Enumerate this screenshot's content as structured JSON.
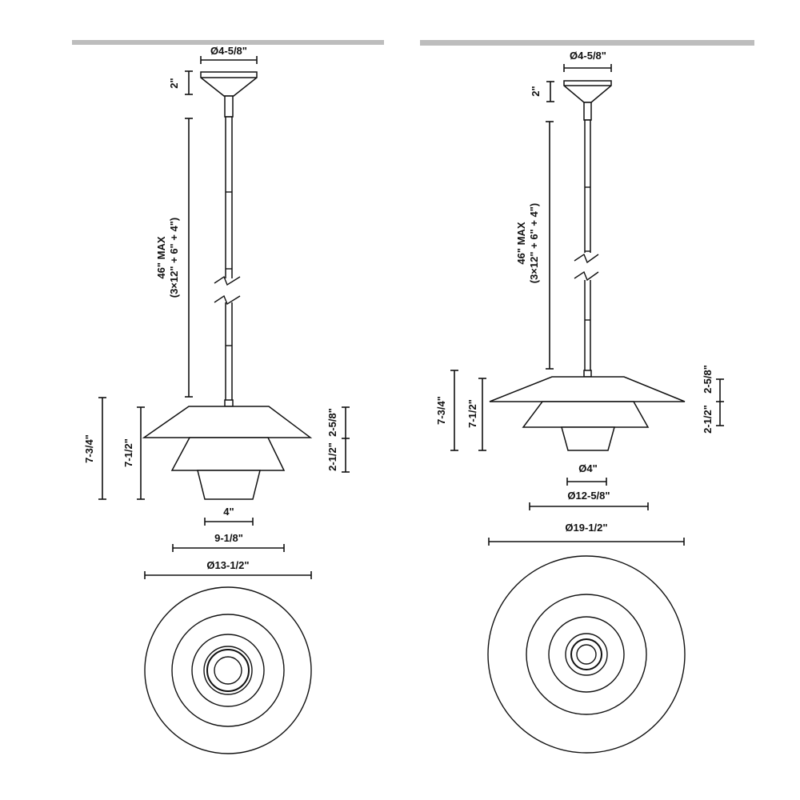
{
  "small": {
    "canopy_dia": "Ø4-5/8\"",
    "canopy_h": "2\"",
    "rod_max": "46\" MAX",
    "rod_combo": "(3×12\" + 6\" + 4\")",
    "overall_h": "7-3/4\"",
    "body_h": "7-1/2\"",
    "tier_h": "2-5/8\"",
    "lower_h": "2-1/2\"",
    "bottom_dia": "4\"",
    "mid_dia": "9-1/8\"",
    "top_dia": "Ø13-1/2\""
  },
  "large": {
    "canopy_dia": "Ø4-5/8\"",
    "canopy_h": "2\"",
    "rod_max": "46\" MAX",
    "rod_combo": "(3×12\" + 6\" + 4\")",
    "overall_h": "7-3/4\"",
    "body_h": "7-1/2\"",
    "tier_h": "2-5/8\"",
    "lower_h": "2-1/2\"",
    "bottom_dia": "Ø4\"",
    "mid_dia": "Ø12-5/8\"",
    "top_dia": "Ø19-1/2\""
  }
}
